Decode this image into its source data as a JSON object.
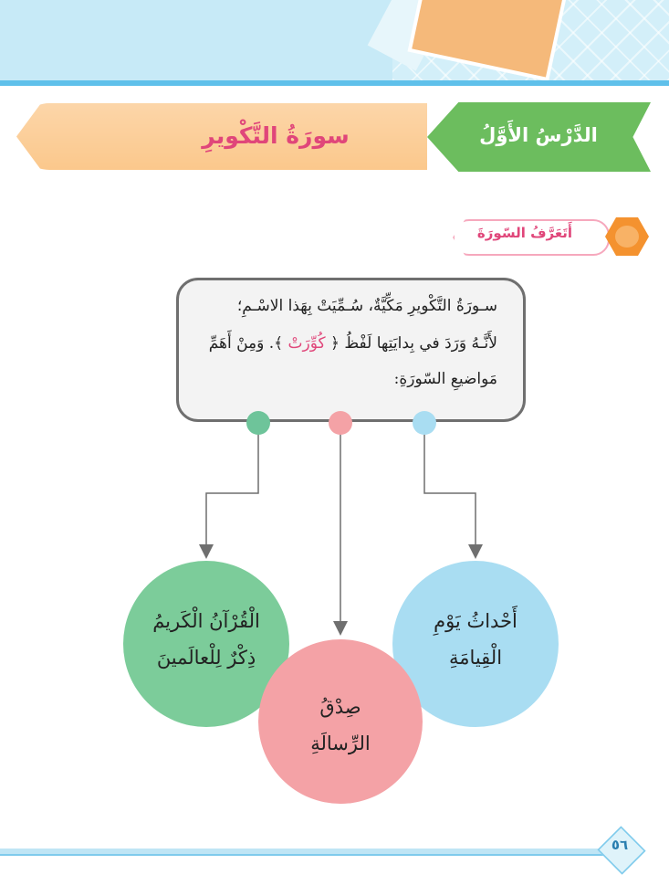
{
  "header": {
    "lesson_label": "الدَّرْسُ الأَوَّلُ",
    "surah_title": "سورَةُ التَّكْويرِ"
  },
  "section": {
    "tag_label": "أَتَعَرَّفُ السّورَةَ"
  },
  "info_box": {
    "line1": "سـورَةُ التَّكْويرِ مَكِّيَّةٌ، سُـمِّيَتْ بِهَذا الاسْـمِ؛",
    "line2_before": "لأَنَّـهُ وَرَدَ في بِدايَتِها لَفْظُ ﴿",
    "line2_highlight": "كُوِّرَتْ",
    "line2_after": "﴾. وَمِنْ أَهَمِّ",
    "line3": "مَواضيعِ السّورَةِ:"
  },
  "topics": [
    {
      "line1": "أَحْداثُ يَوْمِ",
      "line2": "الْقِيامَةِ",
      "color": "#a9ddf2"
    },
    {
      "line1": "صِدْقُ",
      "line2": "الرِّسالَةِ",
      "color": "#f4a2a6"
    },
    {
      "line1": "الْقُرْآنُ الْكَريمُ",
      "line2": "ذِكْرٌ لِلْعالَمينَ",
      "color": "#7ccc9a"
    }
  ],
  "dots": [
    {
      "color": "#6ec49a"
    },
    {
      "color": "#f4a2a6"
    },
    {
      "color": "#a9ddf2"
    }
  ],
  "footer": {
    "page_number": "٥٦"
  },
  "colors": {
    "accent_pink": "#e0467a",
    "green_banner": "#6cbd5e",
    "orange_banner": "#fbc88c",
    "connector": "#6f6f6f"
  }
}
